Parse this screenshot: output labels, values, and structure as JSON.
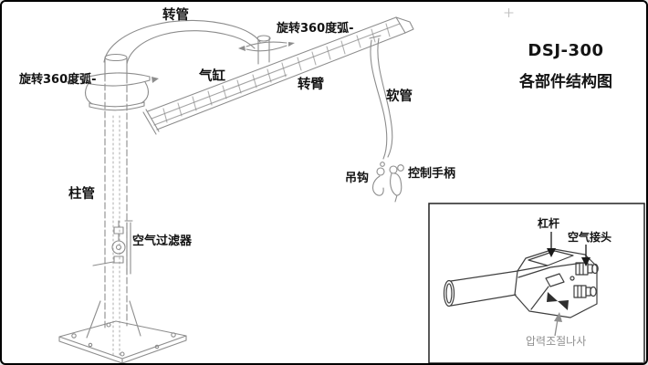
{
  "window": {
    "background": "#ffffff",
    "border_color": "#000000"
  },
  "titles": {
    "model": "DSJ-300",
    "caption": "各部件结构图"
  },
  "part_labels": {
    "rotating_pipe": {
      "text": "转管"
    },
    "rotate_arc_left": {
      "text": "旋转360度弧-"
    },
    "rotate_arc_right": {
      "text": "旋转360度弧-"
    },
    "air_cylinder": {
      "text": "气缸"
    },
    "rotating_arm": {
      "text": "转臂"
    },
    "soft_hose": {
      "text": "软管"
    },
    "hook": {
      "text": "吊钩"
    },
    "control_handle": {
      "text": "控制手柄"
    },
    "column_pipe": {
      "text": "柱管"
    },
    "air_filter": {
      "text": "空气过滤器"
    }
  },
  "inset": {
    "labels": {
      "lever": {
        "text": "杠杆"
      },
      "air_connector": {
        "text": "空气接头"
      },
      "pressure_adjust_screw": {
        "text": "압력조절나사"
      }
    }
  },
  "colors": {
    "sketch_line": "#8d8d8d",
    "inset_line": "#3f3f3f",
    "label_text": "#111111",
    "muted_text": "#909090"
  }
}
